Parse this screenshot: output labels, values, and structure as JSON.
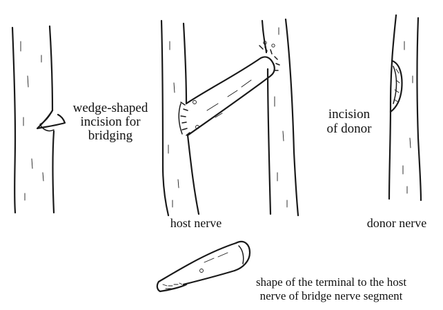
{
  "labels": {
    "wedge": [
      "wedge-shaped",
      "incision for",
      "bridging"
    ],
    "donor_incision": [
      "incision",
      "of donor"
    ],
    "host_nerve": "host nerve",
    "donor_nerve": "donor nerve",
    "terminal": [
      "shape of the terminal to the host",
      "nerve of bridge nerve segment"
    ]
  },
  "colors": {
    "ink": "#1a1a1a",
    "background": "#ffffff"
  }
}
